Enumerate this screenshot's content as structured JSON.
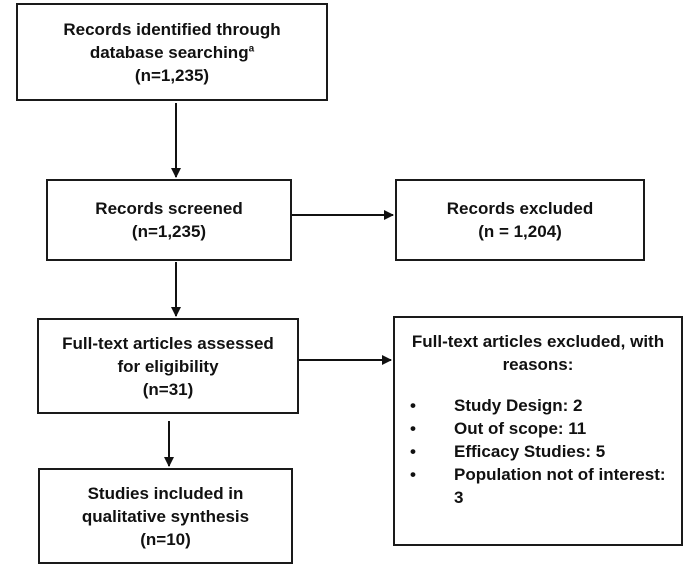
{
  "flowchart": {
    "identified": {
      "line1": "Records identified through",
      "line2": "database searching",
      "footnote": "a",
      "count": "(n=1,235)"
    },
    "screened": {
      "label": "Records screened",
      "count": "(n=1,235)"
    },
    "excluded": {
      "label": "Records excluded",
      "count": "(n = 1,204)"
    },
    "fulltext": {
      "line1": "Full-text articles assessed",
      "line2": "for eligibility",
      "count": "(n=31)"
    },
    "fulltext_excluded": {
      "line1": "Full-text articles excluded, with",
      "line2": "reasons:",
      "bullet": "•",
      "reasons": [
        "Study Design: 2",
        "Out of scope: 11",
        "Efficacy Studies: 5",
        "Population not of interest: 3"
      ]
    },
    "included": {
      "line1": "Studies included in",
      "line2": "qualitative synthesis",
      "count": "(n=10)"
    }
  }
}
